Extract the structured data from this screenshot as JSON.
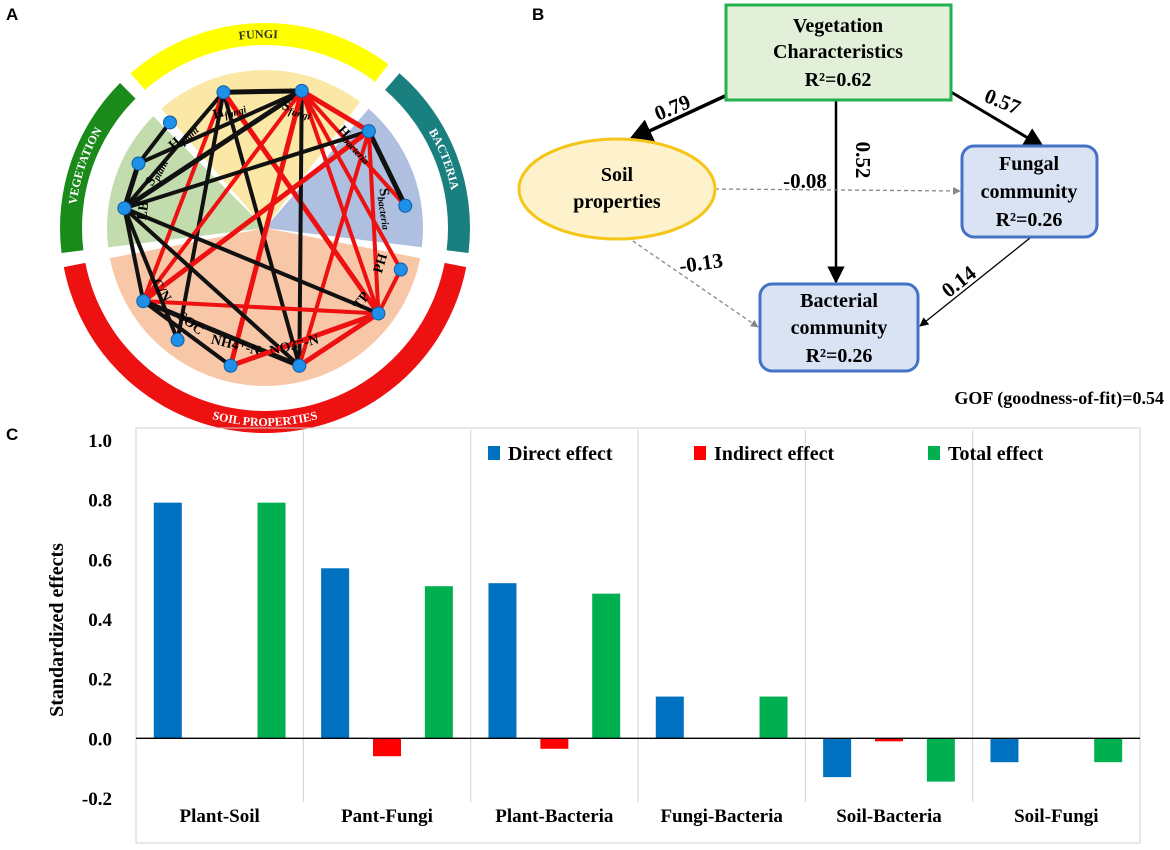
{
  "panel_labels": [
    "A",
    "B",
    "C"
  ],
  "network": {
    "sectors": [
      {
        "name": "FUNGI",
        "color": "#ffff00"
      },
      {
        "name": "BACTERIA",
        "color": "#1a7f7f"
      },
      {
        "name": "SOIL PROPERTIES",
        "color": "#ee1111"
      },
      {
        "name": "VEGETATION",
        "color": "#1a8a1a"
      }
    ],
    "inner_fills": {
      "fungi": "#fbe7a6",
      "bacteria": "#aebfe0",
      "soil": "#f7c7a8",
      "vegetation": "#c2dcae"
    },
    "edge_colors": {
      "positive": "#111111",
      "negative": "#ee1111"
    },
    "node_color": "#1e90e8",
    "nodes": [
      {
        "id": "Hfungi",
        "label": "H",
        "sub": "fungi"
      },
      {
        "id": "Sfungi",
        "label": "S",
        "sub": "fungi"
      },
      {
        "id": "Hbacteria",
        "label": "H",
        "sub": "bacteria"
      },
      {
        "id": "Sbacteria",
        "label": "S",
        "sub": "bacteria"
      },
      {
        "id": "pH",
        "label": "PH"
      },
      {
        "id": "TP",
        "label": "TP"
      },
      {
        "id": "NO3",
        "label": "NO3⁻-N"
      },
      {
        "id": "NH4",
        "label": "NH4⁺-N"
      },
      {
        "id": "SOC",
        "label": "SOC"
      },
      {
        "id": "CN",
        "label": "C/N"
      },
      {
        "id": "LB",
        "label": "LB"
      },
      {
        "id": "Splant",
        "label": "S",
        "sub": "plant"
      },
      {
        "id": "Hplant",
        "label": "H",
        "sub": "plant"
      }
    ],
    "edges": [
      [
        "Hfungi",
        "Sfungi",
        "black"
      ],
      [
        "Hfungi",
        "LB",
        "black"
      ],
      [
        "Hfungi",
        "NO3",
        "black"
      ],
      [
        "Hfungi",
        "TP",
        "red"
      ],
      [
        "Hfungi",
        "CN",
        "red"
      ],
      [
        "Hfungi",
        "SOC",
        "black"
      ],
      [
        "Sfungi",
        "LB",
        "black"
      ],
      [
        "Sfungi",
        "NO3",
        "black"
      ],
      [
        "Sfungi",
        "CN",
        "red"
      ],
      [
        "Sfungi",
        "NH4",
        "red"
      ],
      [
        "Sfungi",
        "TP",
        "red"
      ],
      [
        "Sfungi",
        "pH",
        "red"
      ],
      [
        "Sfungi",
        "Hbacteria",
        "red"
      ],
      [
        "Sfungi",
        "Sbacteria",
        "red"
      ],
      [
        "Sfungi",
        "Splant",
        "black"
      ],
      [
        "Hbacteria",
        "Sbacteria",
        "black"
      ],
      [
        "Hbacteria",
        "LB",
        "black"
      ],
      [
        "Hbacteria",
        "TP",
        "red"
      ],
      [
        "Hbacteria",
        "CN",
        "red"
      ],
      [
        "Hbacteria",
        "NO3",
        "red"
      ],
      [
        "pH",
        "TP",
        "red"
      ],
      [
        "TP",
        "NO3",
        "red"
      ],
      [
        "TP",
        "CN",
        "red"
      ],
      [
        "TP",
        "LB",
        "black"
      ],
      [
        "NO3",
        "CN",
        "black"
      ],
      [
        "NO3",
        "LB",
        "black"
      ],
      [
        "NH4",
        "CN",
        "black"
      ],
      [
        "NH4",
        "TP",
        "red"
      ],
      [
        "SOC",
        "LB",
        "black"
      ],
      [
        "CN",
        "LB",
        "black"
      ],
      [
        "LB",
        "Splant",
        "black"
      ],
      [
        "Splant",
        "Hplant",
        "black"
      ]
    ]
  },
  "sem": {
    "vegetation": {
      "line1": "Vegetation",
      "line2": "Characteristics",
      "r2": "R²=0.62"
    },
    "soil": {
      "line1": "Soil",
      "line2": "properties"
    },
    "fungal": {
      "line1": "Fungal",
      "line2": "community",
      "r2": "R²=0.26"
    },
    "bacterial": {
      "line1": "Bacterial",
      "line2": "community",
      "r2": "R²=0.26"
    },
    "paths": {
      "veg_soil": "0.79",
      "veg_fungal": "0.57",
      "veg_bacterial": "0.52",
      "soil_fungal": "-0.08",
      "soil_bacterial": "-0.13",
      "fungal_bacterial": "0.14"
    },
    "gof": "GOF (goodness-of-fit)=0.54",
    "colors": {
      "vegetation_fill": "#e2f0d9",
      "vegetation_stroke": "#22b14c",
      "soil_fill": "#fdf2cc",
      "soil_stroke": "#f5c518",
      "community_fill": "#dae3f3",
      "community_stroke": "#4472c4"
    }
  },
  "chart_data": {
    "type": "bar",
    "categories": [
      "Plant-Soil",
      "Pant-Fungi",
      "Plant-Bacteria",
      "Fungi-Bacteria",
      "Soil-Bacteria",
      "Soil-Fungi"
    ],
    "series": [
      {
        "name": "Direct effect",
        "color": "#0070c0",
        "values": [
          0.79,
          0.57,
          0.52,
          0.14,
          -0.13,
          -0.08
        ]
      },
      {
        "name": "Indirect effect",
        "color": "#ff0000",
        "values": [
          0,
          -0.06,
          -0.035,
          0,
          -0.01,
          0
        ]
      },
      {
        "name": "Total effect",
        "color": "#00b050",
        "values": [
          0.79,
          0.51,
          0.485,
          0.14,
          -0.145,
          -0.08
        ]
      }
    ],
    "ylabel": "Standardized effects",
    "ylim": [
      -0.2,
      1.0
    ],
    "yticks": [
      -0.2,
      0.0,
      0.2,
      0.4,
      0.6,
      0.8,
      1.0
    ],
    "legend_position": "top-right",
    "grid": false
  }
}
